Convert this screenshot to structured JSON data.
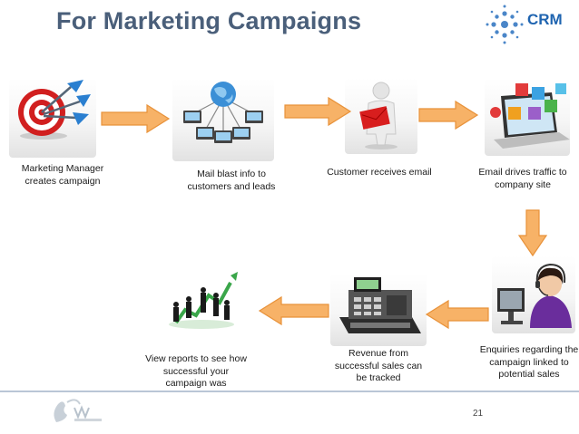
{
  "slide": {
    "title": "For Marketing Campaigns",
    "logo_text": "CRM",
    "page_number": "21"
  },
  "steps": [
    {
      "label": "Marketing Manager creates campaign",
      "icon": "target-darts-icon"
    },
    {
      "label": "Mail blast info to customers and leads",
      "icon": "network-globe-icon"
    },
    {
      "label": "Customer receives email",
      "icon": "person-envelope-icon"
    },
    {
      "label": "Email drives traffic to company site",
      "icon": "laptop-apps-icon"
    },
    {
      "label": "Enquiries regarding the campaign linked to potential sales",
      "icon": "support-agent-icon"
    },
    {
      "label": "Revenue from successful sales can be tracked",
      "icon": "cash-register-icon"
    },
    {
      "label": "View reports to see how successful your campaign was",
      "icon": "growth-chart-people-icon"
    }
  ],
  "colors": {
    "title": "#4a5f7a",
    "arrow_fill": "#f7b267",
    "arrow_stroke": "#e8923a",
    "logo": "#1f64b0"
  }
}
